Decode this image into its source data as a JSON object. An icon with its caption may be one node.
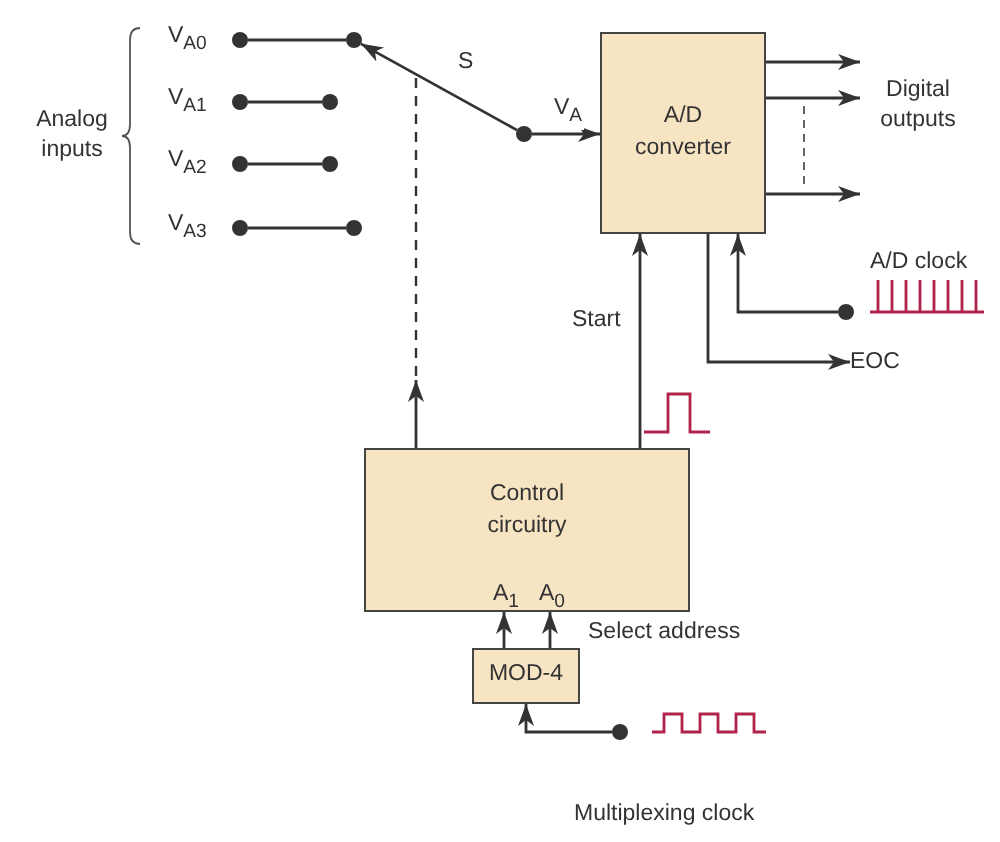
{
  "diagram": {
    "nodes": [
      {
        "text": [
          "A/D converter"
        ]
      },
      {
        "text": [
          "Control circuitry"
        ]
      },
      {
        "text": [
          "A$_{1}$"
        ],
        "in": 1
      },
      {
        "text": [
          "A$_{0}$"
        ],
        "in": 1
      },
      {
        "text": [
          "MOD-4"
        ]
      },
      {
        "text": [
          "V$_{A0}$"
        ]
      },
      {
        "text": [
          "V$_{A1}$"
        ]
      },
      {
        "text": [
          "V$_{A2}$"
        ]
      },
      {
        "text": [
          "V$_{A3}$"
        ]
      },
      {
        "text": [],
        "shape": "circle"
      },
      {
        "text": [],
        "shape": "circle"
      },
      {
        "text": [],
        "shape": "circle"
      },
      {
        "text": [],
        "shape": "circle"
      },
      {
        "text": [],
        "shape": "circle"
      },
      {
        "text": [
          "EOC"
        ]
      },
      {
        "text": [],
        "shape": "circle",
        "beside": [
          "A/D clock"
        ]
      },
      {
        "text": [],
        "shape": "circle",
        "beside": [
          "Multiplexing clock"
        ]
      },
      {
        "text": [
          "Digital outputs"
        ]
      }
    ],
    "edges": [
      {
        "from": 5,
        "to": 9,
        "arrow": "none"
      },
      {
        "from": 6,
        "to": 10,
        "arrow": "none"
      },
      {
        "from": 7,
        "to": 11,
        "arrow": "none"
      },
      {
        "from": 8,
        "to": 12,
        "arrow": "none"
      },
      {
        "from": 13,
        "to": 9,
        "arrow": "to",
        "label": "S"
      },
      {
        "from": 13,
        "to": 0,
        "arrow": "to",
        "label": "V$_{A}$"
      },
      {
        "from": 1,
        "to": null,
        "arrow": "to",
        "style": "dashed"
      },
      {
        "from": 1,
        "to": 0,
        "arrow": "to",
        "label": "Start"
      },
      {
        "from": 0,
        "to": 17,
        "arrow": "to"
      },
      {
        "from": 0,
        "to": 17,
        "arrow": "to"
      },
      {
        "from": 0,
        "to": 17,
        "arrow": "to"
      },
      {
        "from": 0,
        "to": 14,
        "arrow": "to"
      },
      {
        "from": 15,
        "to": 0,
        "arrow": "to"
      },
      {
        "from": 4,
        "to": 2,
        "arrow": "to"
      },
      {
        "from": 4,
        "to": 3,
        "arrow": "to"
      },
      {
        "from": 16,
        "to": 4,
        "arrow": "to"
      }
    ],
    "labels": [
      "Analog inputs",
      "Select address"
    ]
  }
}
